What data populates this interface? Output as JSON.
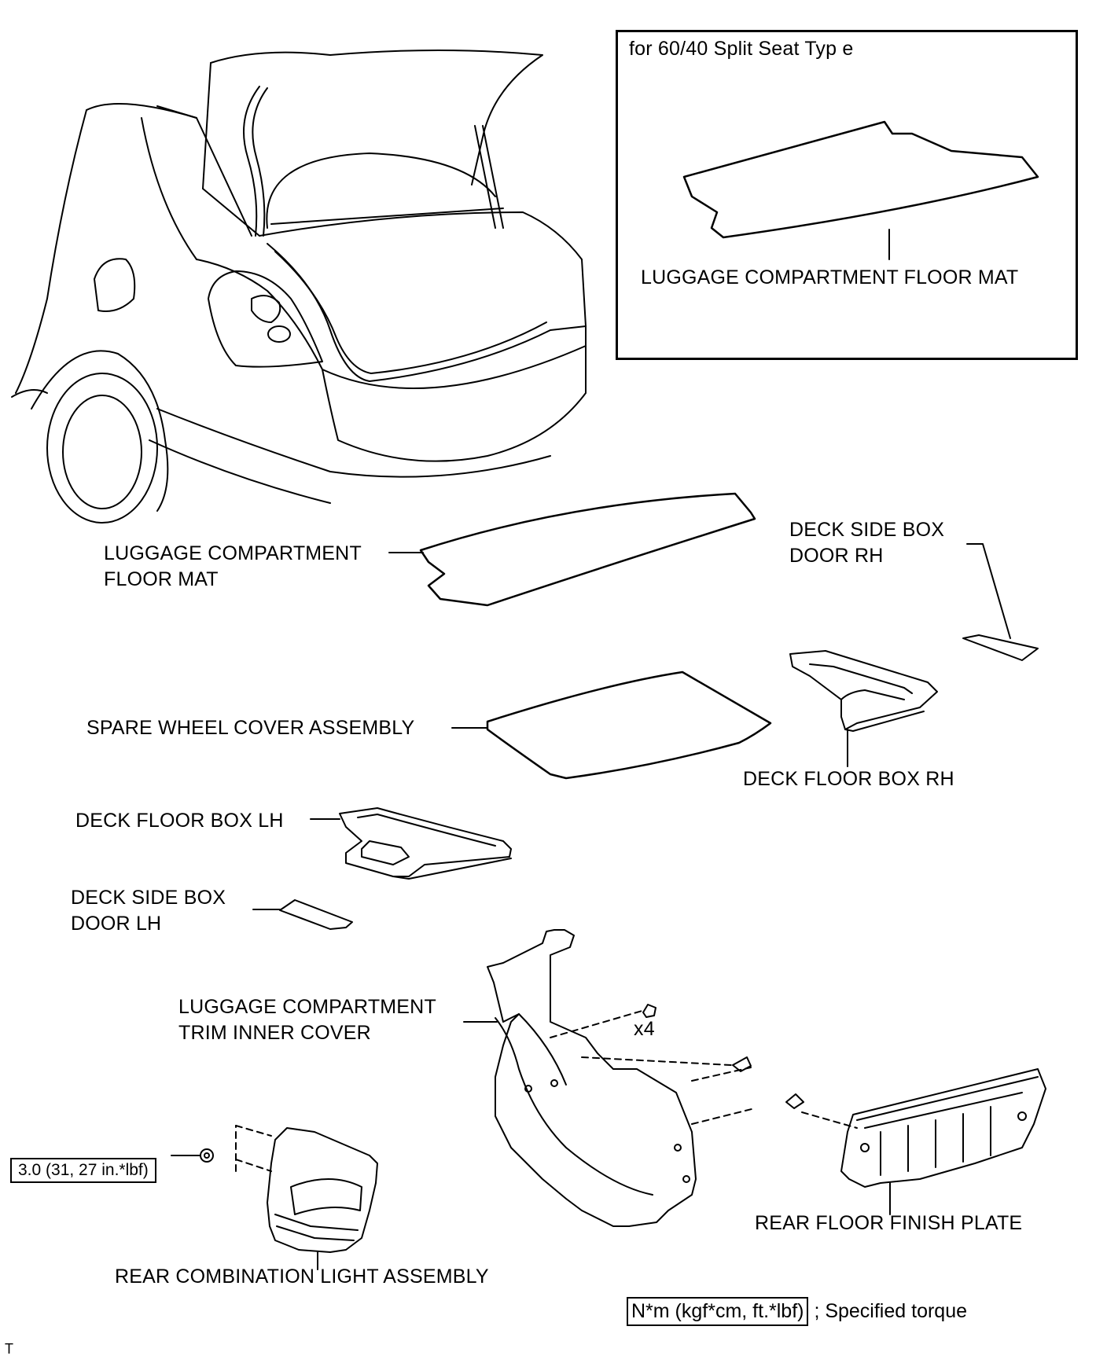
{
  "inset": {
    "title": "for 60/40 Split Seat   Typ e",
    "part_label": "LUGGAGE COMPARTMENT FLOOR MAT"
  },
  "labels": {
    "floor_mat": [
      "LUGGAGE COMPARTMENT",
      "FLOOR MAT"
    ],
    "deck_side_box_door_rh": [
      "DECK SIDE BOX",
      "DOOR RH"
    ],
    "spare_wheel_cover": "SPARE WHEEL COVER ASSEMBLY",
    "deck_floor_box_rh": "DECK FLOOR BOX RH",
    "deck_floor_box_lh": "DECK FLOOR BOX LH",
    "deck_side_box_door_lh": [
      "DECK SIDE BOX",
      "DOOR LH"
    ],
    "trim_inner_cover": [
      "LUGGAGE COMPARTMENT",
      "TRIM INNER COVER"
    ],
    "clip_count": "x4",
    "rear_floor_finish_plate": "REAR FLOOR FINISH PLATE",
    "rear_combination_light": "REAR COMBINATION LIGHT ASSEMBLY"
  },
  "torque": {
    "value": "3.0 (31, 27 in.*lbf)"
  },
  "legend": {
    "unit_box": "N*m (kgf*cm, ft.*lbf)",
    "description": "; Specified torque"
  },
  "corner_mark": "T"
}
